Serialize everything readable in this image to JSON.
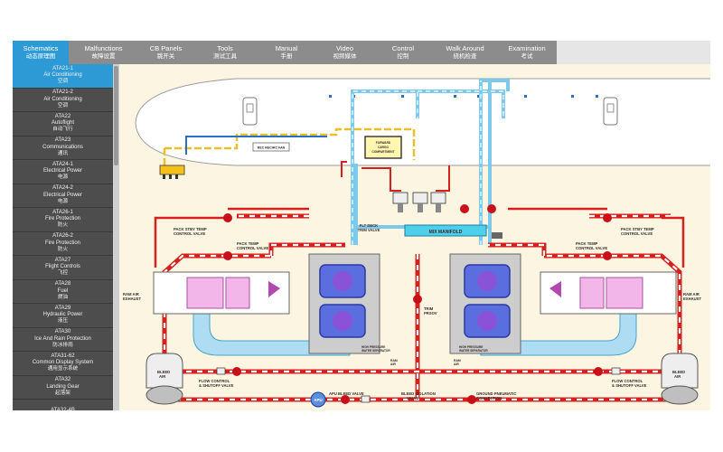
{
  "menu": {
    "tabs": [
      {
        "en": "Schematics",
        "zh": "动态原理图"
      },
      {
        "en": "Malfunctions",
        "zh": "故障设置"
      },
      {
        "en": "CB Panels",
        "zh": "跳开关"
      },
      {
        "en": "Tools",
        "zh": "测试工具"
      },
      {
        "en": "Manual",
        "zh": "手册"
      },
      {
        "en": "Video",
        "zh": "视频媒体"
      },
      {
        "en": "Control",
        "zh": "控制"
      },
      {
        "en": "Walk Around",
        "zh": "绕机检查"
      },
      {
        "en": "Examination",
        "zh": "考试"
      }
    ]
  },
  "sidebar": {
    "items": [
      {
        "code": "ATA21-1",
        "en": "Air Conditioning",
        "zh": "空调"
      },
      {
        "code": "ATA21-2",
        "en": "Air Conditioning",
        "zh": "空调"
      },
      {
        "code": "ATA22",
        "en": "Autoflight",
        "zh": "自动飞行"
      },
      {
        "code": "ATA23",
        "en": "Communications",
        "zh": "通讯"
      },
      {
        "code": "ATA24-1",
        "en": "Electrical Power",
        "zh": "电源"
      },
      {
        "code": "ATA24-2",
        "en": "Electrical Power",
        "zh": "电源"
      },
      {
        "code": "ATA26-1",
        "en": "Fire Protection",
        "zh": "防火"
      },
      {
        "code": "ATA26-2",
        "en": "Fire Protection",
        "zh": "防火"
      },
      {
        "code": "ATA27",
        "en": "Flight Controls",
        "zh": "飞控"
      },
      {
        "code": "ATA28",
        "en": "Fuel",
        "zh": "燃油"
      },
      {
        "code": "ATA29",
        "en": "Hydraulic Power",
        "zh": "液压"
      },
      {
        "code": "ATA30",
        "en": "Ice And Rain Protection",
        "zh": "防冰排雨"
      },
      {
        "code": "ATA31-62",
        "en": "Common Display System",
        "zh": "通用显示系统"
      },
      {
        "code": "ATA32",
        "en": "Landing Gear",
        "zh": "起落架"
      },
      {
        "code": "ATA32-4B",
        "en": "",
        "zh": ""
      }
    ]
  },
  "schematic": {
    "labels": {
      "mix_manifold": "MIX MANIFOLD",
      "flt_deck_trim": "FLT DECK\nTRIM VALVE",
      "pack_stby_left": "PACK STBY TEMP\nCONTROL VALVE",
      "pack_temp_left": "PACK TEMP\nCONTROL VALVE",
      "pack_stby_right": "PACK STBY TEMP\nCONTROL VALVE",
      "pack_temp_right": "PACK TEMP\nCONTROL VALVE",
      "ram_exhaust_left": "RAM AIR\nEXHAUST",
      "ram_exhaust_right": "RAM AIR\nEXHAUST",
      "trim_prsov": "TRIM\nPRSOV",
      "hp_water_sep_left": "HIGH PRESSURE\nWATER SEPARATOR",
      "hp_water_sep_right": "HIGH PRESSURE\nWATER SEPARATOR",
      "ram_air_left": "RAM\nAIR",
      "ram_air_right": "RAM\nAIR",
      "bleed_air_left": "BLEED\nAIR",
      "bleed_air_right": "BLEED\nAIR",
      "flow_control_left": "FLOW CONTROL\n& SHUTOFF VALVE",
      "flow_control_right": "FLOW CONTROL\n& SHUTOFF VALVE",
      "apu": "APU",
      "apu_bleed_valve": "APU BLEED VALVE",
      "bleed_isolation": "BLEED ISOLATION\nVALVE",
      "ground_pneumatic": "GROUND PNEUMATIC\nCONNECTION",
      "recirc_fan": "REC RECIRC FAN",
      "fwd_cargo_compartment": "FORWARD\nCARGO\nCOMPARTMENT"
    }
  },
  "colors": {
    "menu_bg": "#8c8c8c",
    "active_blue": "#2d9ad6",
    "sidebar_bg": "#4d4d4d",
    "schematic_bg": "#fcf5e1",
    "hot_duct": "#d6201e",
    "cold_duct": "#7cc9ea",
    "valve": "#c8101a"
  }
}
